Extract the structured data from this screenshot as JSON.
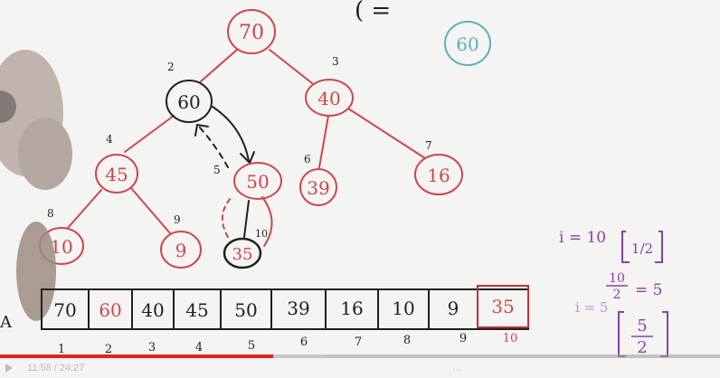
{
  "video": {
    "progress_fraction": 0.38,
    "buffer_fraction": 0.45,
    "time_label": "11:58 / 24:27",
    "next_label": "…"
  },
  "tree_nodes": [
    {
      "value": "70",
      "index": ""
    },
    {
      "value": "60",
      "index": "2"
    },
    {
      "value": "40",
      "index": "3"
    },
    {
      "value": "45",
      "index": "4"
    },
    {
      "value": "50",
      "index": "5"
    },
    {
      "value": "39",
      "index": "6"
    },
    {
      "value": "16",
      "index": "7"
    },
    {
      "value": "10",
      "index": "8"
    },
    {
      "value": "9",
      "index": "9"
    },
    {
      "value": "35",
      "index": "10"
    }
  ],
  "array": {
    "values": [
      "70",
      "60",
      "40",
      "45",
      "50",
      "39",
      "16",
      "10",
      "9",
      "35"
    ],
    "indices": [
      "1",
      "2",
      "3",
      "4",
      "5",
      "6",
      "7",
      "8",
      "9",
      "10"
    ],
    "row_label": "A"
  },
  "inserted_value": "60",
  "top_scribble": "( =",
  "notes": {
    "line1": "i = 10",
    "floor1": "1/2",
    "line2_frac_num": "10",
    "line2_frac_den": "2",
    "line2_result": "= 5",
    "line3": "i = 5",
    "floor3_num": "5",
    "floor3_den": "2"
  },
  "colors": {
    "node_red": "#d0454b",
    "ink": "#1f1f1f",
    "highlight_box": "#c0303a",
    "circled_teal": "#5ab3b8",
    "purple_note": "#8a3fb0",
    "progress": "#e52420"
  }
}
